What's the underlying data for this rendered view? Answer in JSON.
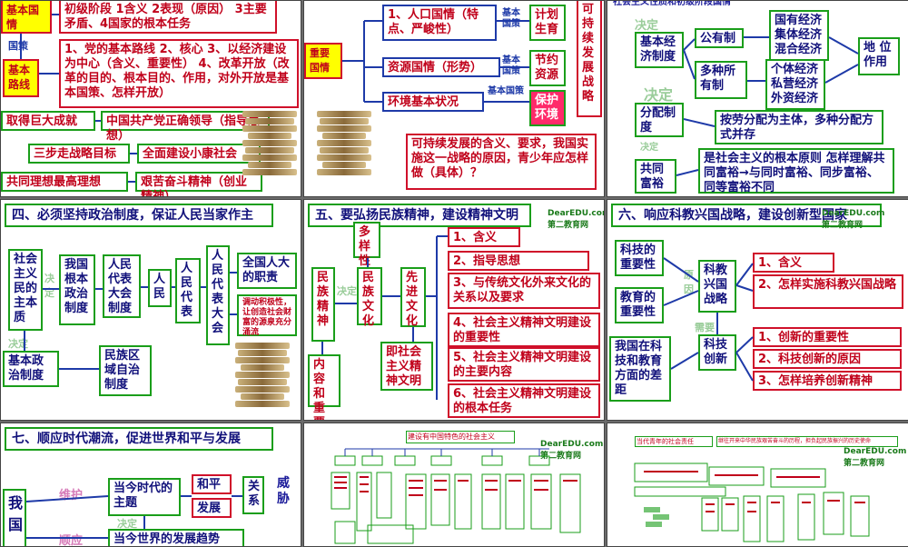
{
  "colors": {
    "green": "#1a9e1a",
    "red": "#c0001a",
    "blue": "#1e3aa8",
    "yellow": "#ffff00"
  },
  "s1": {
    "label_basic_situation": "基本国情",
    "label_policy": "国策",
    "label_basic_line": "基本路线",
    "box1": "初级阶段 1含义 2表现（原因） 3主要矛盾、4国家的根本任务",
    "box2": "1、党的基本路线 2、核心 3、以经济建设为中心（含义、重要性） 4、改革开放（改革的目的、根本目的、作用，对外开放是基本国策、怎样开放）",
    "achieve": "取得巨大成就",
    "leader": "中国共产党正确领导（指导思想）",
    "three_steps": "三步走战略目标",
    "xiaokang": "全面建设小康社会",
    "ideal": "共同理想最高理想",
    "struggle": "艰苦奋斗精神（创业精神）"
  },
  "s2": {
    "important": "重要国情",
    "population": "1、人口国情（特点、严峻性）",
    "resources": "资源国情（形势）",
    "environment": "环境基本状况",
    "basic_policy": "基本国策",
    "planning": "计划生育",
    "saving": "节约资源",
    "protect": "保护环境",
    "sustainable": "可持续发展战略",
    "question": "可持续发展的含义、要求，我国实施这一战略的原因，青少年应怎样做（具体）？"
  },
  "s3": {
    "top": "社会主义性质和初级阶段国情",
    "decide": "决定",
    "econ": "基本经济制度",
    "public": "公有制",
    "state": "国有经济",
    "collective": "集体经济",
    "mixed": "混合经济",
    "multi": "多种所有制",
    "individual": "个体经济",
    "private": "私营经济",
    "foreign": "外资经济",
    "status": "地 位 作用",
    "distribution": "分配制度",
    "labor": "按劳分配为主体，多种分配方式并存",
    "common": "共同富裕",
    "common_desc": "是社会主义的根本原则 怎样理解共同富裕→与同时富裕、同步富裕、同等富裕不同"
  },
  "s4": {
    "header": "四、必须坚持政治制度，保证人民当家作主",
    "essence": "社会主义民的主本质",
    "decide": "决定",
    "root_sys": "我国根本政治制度",
    "npc_sys": "人民代表大会制度",
    "people": "人民",
    "deputies": "人民代表",
    "congress": "人民代表大会",
    "duties": "全国人大的职责",
    "motivate": "调动积极性，让创造社会财富的源泉充分涌流",
    "decide2": "决定",
    "basic_pol": "基本政治制度",
    "autonomy": "民族区域自治制度"
  },
  "s5": {
    "header": "五、要弘扬民族精神，建设精神文明",
    "diversity": "多样性",
    "spirit": "民族精神",
    "culture": "民族文化",
    "advanced": "先进文化",
    "decide": "决定",
    "i1": "1、含义",
    "i2": "2、指导思想",
    "i3": "3、与传统文化外来文化的关系以及要求",
    "i4": "4、社会主义精神文明建设的重要性",
    "i5": "5、社会主义精神文明建设的主要内容",
    "i6": "6、社会主义精神文明建设的根本任务",
    "content": "内容和重要性",
    "civil": "即社会主义精神文明"
  },
  "s6": {
    "header": "六、响应科教兴国战略，建设创新型国家",
    "sci": "科技的重要性",
    "edu": "教育的重要性",
    "gap": "我国在科技和教育方面的差距",
    "reason": "原因",
    "strategy": "科教兴国战略",
    "need": "需要",
    "innov": "科技创新",
    "a1": "1、含义",
    "a2": "2、怎样实施科教兴国战略",
    "b1": "1、创新的重要性",
    "b2": "2、科技创新的原因",
    "b3": "3、怎样培养创新精神"
  },
  "s7": {
    "header": "七、顺应时代潮流，促进世界和平与发展",
    "china": "我国",
    "maintain": "维护",
    "theme": "当今时代的主题",
    "peace": "和平",
    "dev": "发展",
    "relation": "关系",
    "threat": "威胁",
    "decide": "决定",
    "follow": "顺应",
    "trend": "当今世界的发展趋势"
  },
  "s8": {
    "top": "建设有中国特色的社会主义"
  },
  "s9": {
    "r1": "当代青年的社会责任",
    "r2": "继往开来中华民族艰苦奋斗的历程，担负起民族振兴的历史使命"
  },
  "logo": {
    "name": "DearEDU.com",
    "sub": "第二教育网"
  }
}
